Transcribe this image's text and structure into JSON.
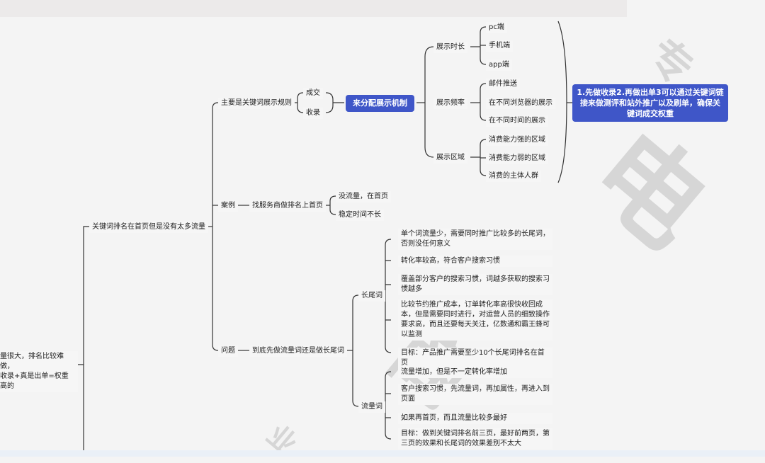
{
  "root": {
    "line1": "量很大，排名比较难做，",
    "line2": "收录+真是出单=权重高的"
  },
  "l1": {
    "main": "关键词排名在首页但是没有太多流量"
  },
  "l2": {
    "rules": "主要是关键词展示规则",
    "case": "案例",
    "problem": "问题"
  },
  "rules": {
    "deal": "成交",
    "index": "收录",
    "mechanism": "来分配展示机制"
  },
  "display": {
    "time": {
      "label": "展示时长",
      "items": [
        "pc端",
        "手机端",
        "app端"
      ]
    },
    "freq": {
      "label": "展示频率",
      "items": [
        "邮件推送",
        "在不同浏览器的展示",
        "在不同时间的展示"
      ]
    },
    "region": {
      "label": "展示区域",
      "items": [
        "消费能力强的区域",
        "消费能力弱的区域",
        "消费的主体人群"
      ]
    }
  },
  "summary": "1.先做收录2.再做出单3可以通过关键词链接来做测评和站外推广以及刷单，确保关键词成交权重",
  "case": {
    "find": "找服务商做排名上首页",
    "r1": "没流量，在首页",
    "r2": "稳定时间不长"
  },
  "problem": {
    "question": "到底先做流量词还是做长尾词",
    "longtail": {
      "label": "长尾词",
      "items": [
        "单个词流量少，需要同时推广比较多的长尾词，否则没任何意义",
        "转化率较高，符合客户搜索习惯",
        "覆盖部分客户的搜索习惯，词越多获取的搜索习惯越多",
        "比较节约推广成本，订单转化率高很快收回成本，但是需要同时进行，对运营人员的细致操作要求高，而且还要每天关注，亿数通和霸王蜂可以监测",
        "目标：产品推广需要至少10个长尾词排名在首页"
      ]
    },
    "traffic": {
      "label": "流量词",
      "items": [
        "流量增加，但是不一定转化率增加",
        "客户搜索习惯，先流量词，再加属性，再进入到页面",
        "如果再首页，而且流量比较多最好",
        "目标：做到关键词排名前三页，最好前两页，第三页的效果和长尾词的效果差别不太大"
      ]
    }
  },
  "watermark": {
    "glyph_a": "专",
    "glyph_b": "业",
    "glyph_c": "电",
    "glyph_d": "商"
  },
  "colors": {
    "accent": "#3f56c8",
    "line": "#333333",
    "node_bg": "#f6f6f6"
  }
}
